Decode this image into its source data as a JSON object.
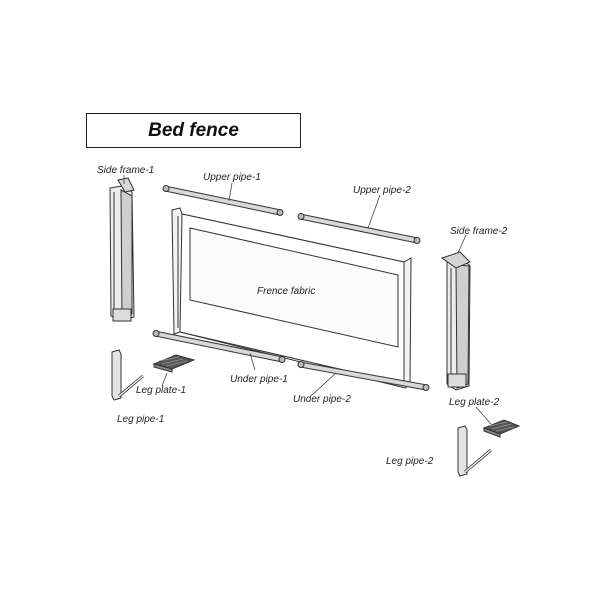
{
  "diagram": {
    "title": "Bed fence",
    "parts": {
      "side_frame_1": "Side frame-1",
      "side_frame_2": "Side frame-2",
      "upper_pipe_1": "Upper pipe-1",
      "upper_pipe_2": "Upper pipe-2",
      "fence_fabric": "Frence fabric",
      "under_pipe_1": "Under pipe-1",
      "under_pipe_2": "Under pipe-2",
      "leg_plate_1": "Leg plate-1",
      "leg_plate_2": "Leg plate-2",
      "leg_pipe_1": "Leg pipe-1",
      "leg_pipe_2": "Leg pipe-2"
    }
  },
  "colors": {
    "line": "#333333",
    "part_fill": "#e9e9e9",
    "part_shade": "#bdbdbd",
    "plate_dark": "#555555",
    "background": "#ffffff"
  }
}
